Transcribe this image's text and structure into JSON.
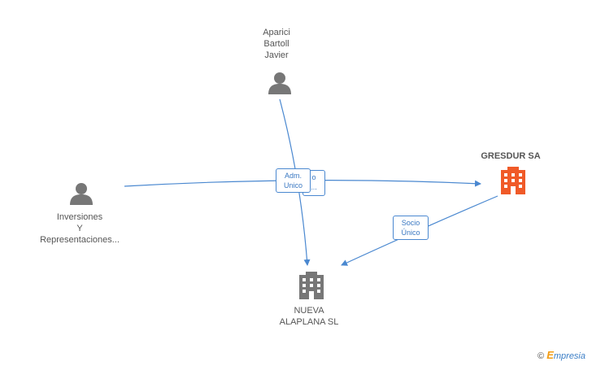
{
  "nodes": {
    "aparici": {
      "label": "Aparici\nBartoll\nJavier"
    },
    "inversiones": {
      "label": "Inversiones\nY\nRepresentaciones..."
    },
    "gresdur": {
      "label": "GRESDUR SA"
    },
    "nueva": {
      "label": "NUEVA\nALAPLANA SL"
    }
  },
  "edges": {
    "adm_unico": {
      "label": "Adm.\nUnico"
    },
    "adm_unico_back": {
      "label": "o\n..."
    },
    "socio_unico": {
      "label": "Socio\nÚnico"
    }
  },
  "watermark": {
    "symbol": "©",
    "brand_first": "E",
    "brand_rest": "mpresia"
  },
  "colors": {
    "edge": "#4a88d0",
    "person_icon": "#777777",
    "company_icon": "#777777",
    "highlight_company_icon": "#f05a28"
  }
}
